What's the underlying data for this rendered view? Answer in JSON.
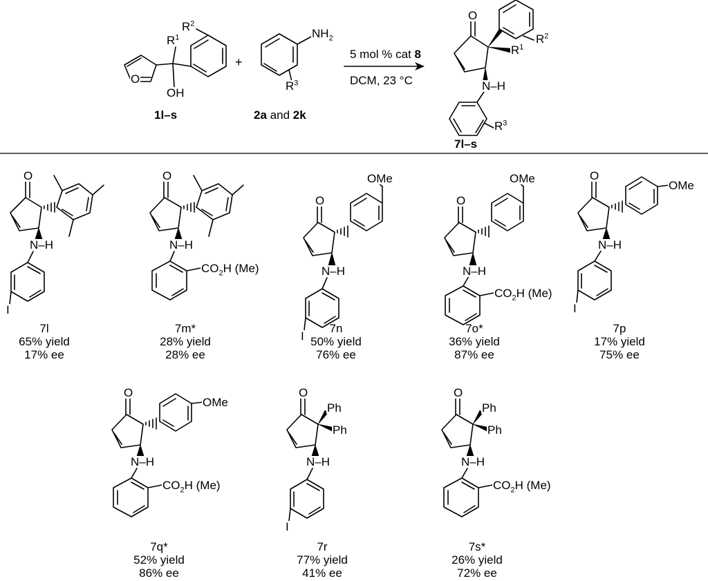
{
  "scheme": {
    "reactant1": {
      "id": "1l–s",
      "r1": "R",
      "r2": "R",
      "oh": "OH",
      "o": "O"
    },
    "plus": "+",
    "reactant2": {
      "id_a": "2a",
      "and": "and",
      "id_k": "2k",
      "nh2": "NH",
      "r3": "R"
    },
    "conditions": {
      "line1_prefix": "5 mol % cat",
      "line1_cat": "8",
      "line2": "DCM, 23 °C"
    },
    "product": {
      "id": "7l–s",
      "o": "O",
      "r1": "R",
      "r2": "R",
      "r3": "R",
      "nh": "N–H"
    }
  },
  "compounds": [
    {
      "id": "7l",
      "star": "",
      "yield": "65% yield",
      "ee": "17% ee",
      "subst": "I"
    },
    {
      "id": "7m",
      "star": "*",
      "yield": "28% yield",
      "ee": "28% ee",
      "subst": "CO2H (Me)"
    },
    {
      "id": "7n",
      "star": "",
      "yield": "50% yield",
      "ee": "76% ee",
      "subst": "I"
    },
    {
      "id": "7o",
      "star": "*",
      "yield": "36% yield",
      "ee": "87% ee",
      "subst": "CO2H (Me)"
    },
    {
      "id": "7p",
      "star": "",
      "yield": "17% yield",
      "ee": "75% ee",
      "subst": "I"
    },
    {
      "id": "7q",
      "star": "*",
      "yield": "52% yield",
      "ee": "86% ee",
      "subst": "CO2H (Me)"
    },
    {
      "id": "7r",
      "star": "",
      "yield": "77% yield",
      "ee": "41% ee",
      "subst": "I"
    },
    {
      "id": "7s",
      "star": "*",
      "yield": "26% yield",
      "ee": "72% ee",
      "subst": "CO2H (Me)"
    }
  ],
  "labels": {
    "o": "O",
    "nh": "N–H",
    "i": "I",
    "ome": "OMe",
    "ph": "Ph",
    "co2h_prefix": "CO",
    "co2h_sub": "2",
    "co2h_suffix": "H (Me)"
  }
}
